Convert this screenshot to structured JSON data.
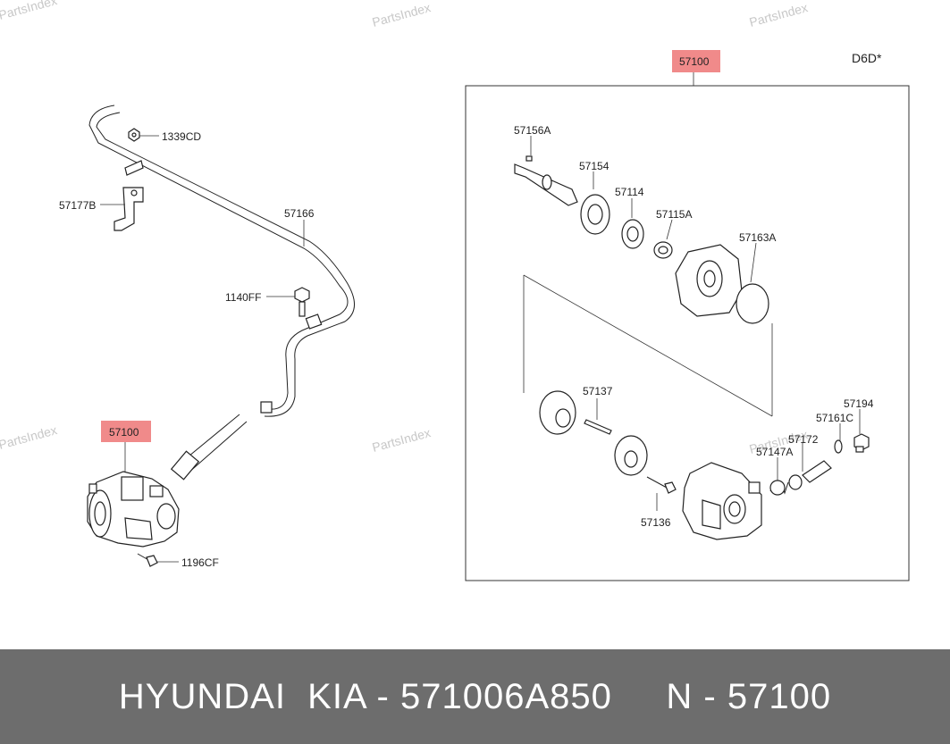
{
  "watermarks": [
    "PartsIndex",
    "PartsIndex",
    "PartsIndex",
    "PartsIndex",
    "PartsIndex",
    "PartsIndex"
  ],
  "header_code": "D6D*",
  "parts": {
    "p_1339CD": "1339CD",
    "p_57177B": "57177B",
    "p_57166": "57166",
    "p_1140FF": "1140FF",
    "p_57100_left": "57100",
    "p_1196CF": "1196CF",
    "p_57100_top": "57100",
    "p_57156A": "57156A",
    "p_57154": "57154",
    "p_57114": "57114",
    "p_57115A": "57115A",
    "p_57163A": "57163A",
    "p_57137": "57137",
    "p_57136": "57136",
    "p_57194": "57194",
    "p_57161C": "57161C",
    "p_57172": "57172",
    "p_57147A": "57147A"
  },
  "highlight_color": "#f08a8a",
  "footer": {
    "text": "HYUNDAI  KIA - 571006A850     N - 57100"
  }
}
